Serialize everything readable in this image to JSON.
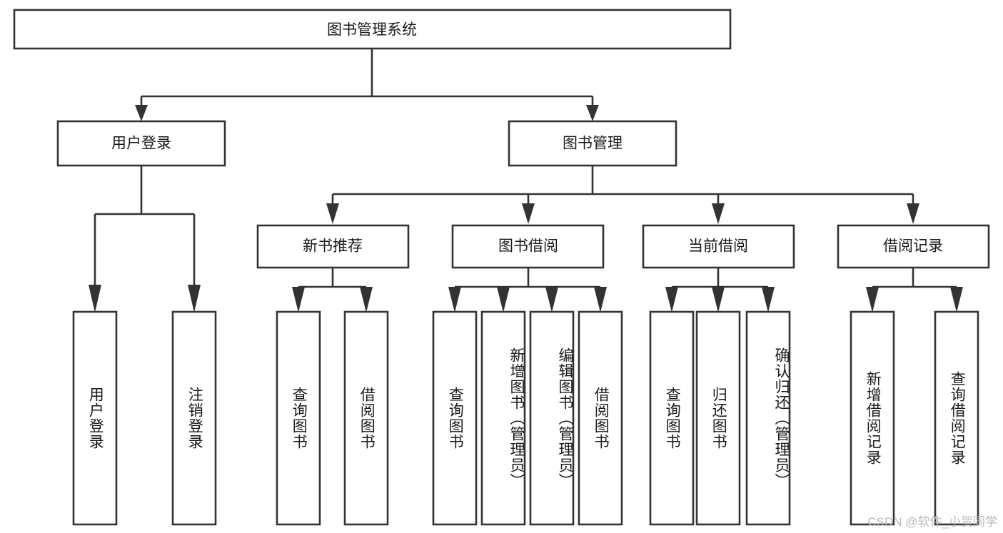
{
  "diagram": {
    "title": "图书管理系统",
    "type": "tree",
    "watermark": "CSDN @软件_小贺同学",
    "colors": {
      "background": "#ffffff",
      "stroke": "#333333",
      "text": "#1a1a1a",
      "watermark": "#b9b9b9"
    },
    "root": {
      "label": "图书管理系统"
    },
    "level2": [
      {
        "label": "用户登录"
      },
      {
        "label": "图书管理"
      }
    ],
    "level3": [
      {
        "label": "新书推荐"
      },
      {
        "label": "图书借阅"
      },
      {
        "label": "当前借阅"
      },
      {
        "label": "借阅记录"
      }
    ],
    "leaves": [
      {
        "label": "用户登录",
        "parent": "用户登录"
      },
      {
        "label": "注销登录",
        "parent": "用户登录"
      },
      {
        "label": "查询图书",
        "parent": "新书推荐"
      },
      {
        "label": "借阅图书",
        "parent": "新书推荐"
      },
      {
        "label": "查询图书",
        "parent": "图书借阅"
      },
      {
        "label": "新增图书（管理员）",
        "parent": "图书借阅"
      },
      {
        "label": "编辑图书（管理员）",
        "parent": "图书借阅"
      },
      {
        "label": "借阅图书",
        "parent": "图书借阅"
      },
      {
        "label": "查询图书",
        "parent": "当前借阅"
      },
      {
        "label": "归还图书",
        "parent": "当前借阅"
      },
      {
        "label": "确认归还（管理员）",
        "parent": "当前借阅"
      },
      {
        "label": "新增借阅记录",
        "parent": "借阅记录"
      },
      {
        "label": "查询借阅记录",
        "parent": "借阅记录"
      }
    ]
  }
}
